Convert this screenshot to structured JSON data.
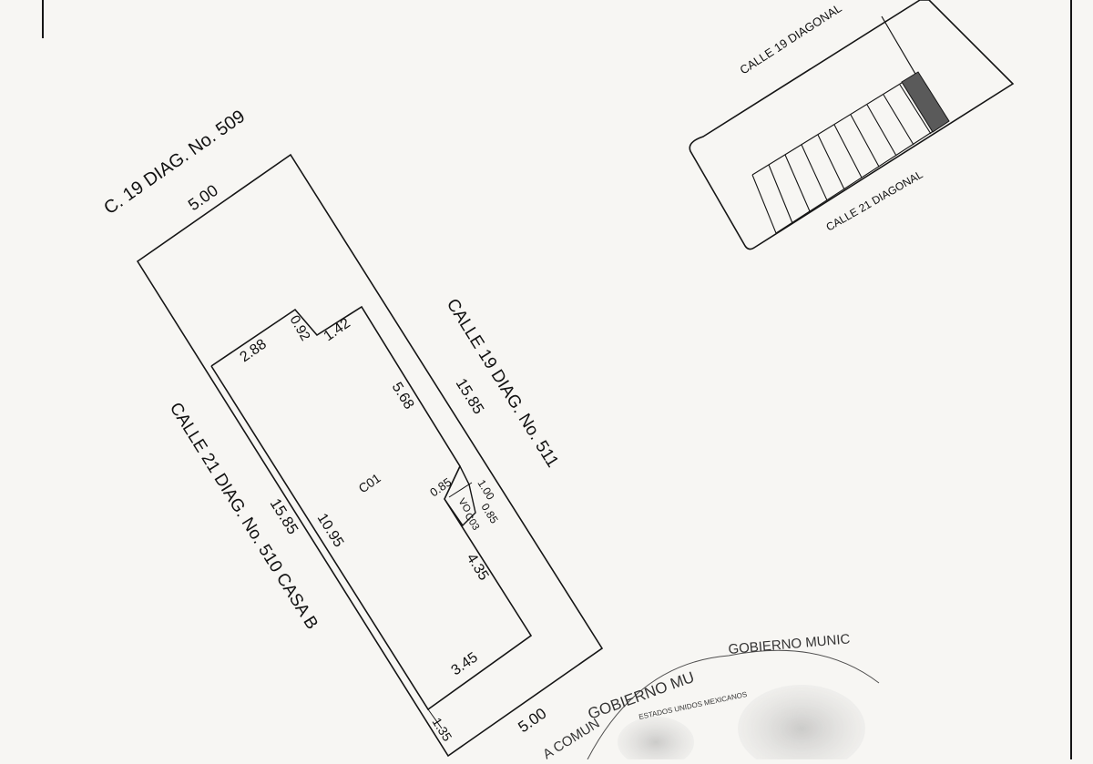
{
  "main_plan": {
    "front_street_label": "C. 19 DIAG. No. 509",
    "front_width": "5.00",
    "right_side_label": "CALLE 19 DIAG. No. 511",
    "right_side_length": "15.85",
    "left_side_label": "CALLE 21 DIAG. No. 510 CASA B",
    "left_side_length": "15.85",
    "back_width": "5.00",
    "back_offset": "1.35",
    "building_dims": {
      "top_left": "2.88",
      "notch_depth": "0.92",
      "top_right": "1.42",
      "upper_right_side": "5.68",
      "lower_left_side": "10.95",
      "lower_right_side": "4.35",
      "bottom": "3.45"
    },
    "area_label": "C01",
    "small_area": {
      "dim_top": "0.85",
      "dim_right_upper": "1.00",
      "dim_right_lower": "0.85",
      "label_a": "VO",
      "label_b": "C03"
    }
  },
  "location_map": {
    "top_street": "CALLE 19 DIAGONAL",
    "bottom_street": "CALLE 21 DIAGONAL"
  },
  "seal": {
    "outer_text_a": "GOBIERNO MU",
    "outer_text_b": "GOBIERNO MUNIC",
    "outer_text_c": "A COMUN",
    "inner_text": "ESTADOS UNIDOS MEXICANOS"
  },
  "colors": {
    "ink": "#151515",
    "paper": "#f7f6f3",
    "highlight_lot": "#5a5a5a"
  }
}
